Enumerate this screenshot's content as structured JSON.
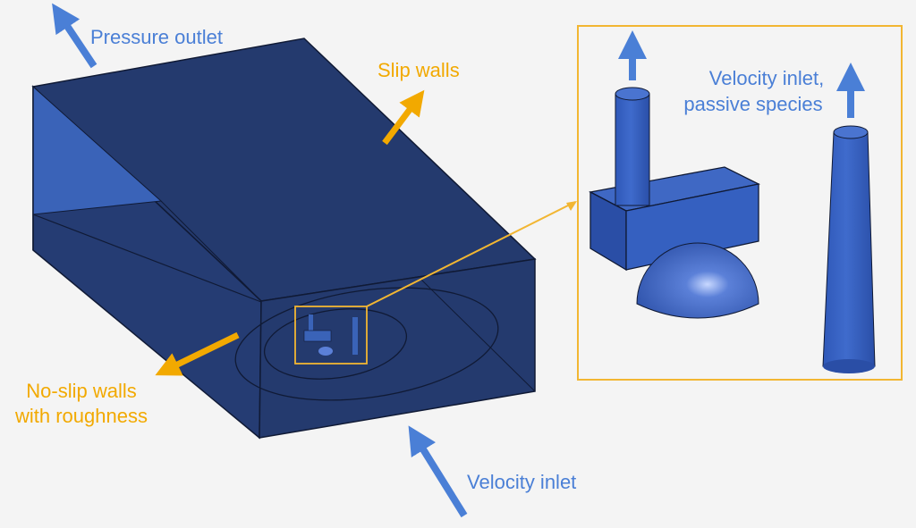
{
  "labels": {
    "pressure_outlet": "Pressure outlet",
    "slip_walls": "Slip walls",
    "velocity_inlet_species_line1": "Velocity inlet,",
    "velocity_inlet_species_line2": "passive species",
    "no_slip_line1": "No-slip walls",
    "no_slip_line2": "with roughness",
    "velocity_inlet": "Velocity inlet"
  },
  "colors": {
    "box_face": "#243a6e",
    "box_side": "#253c73",
    "box_inner_wall": "#3a63b8",
    "edge": "#101a35",
    "geometry_blue": "#3560c0",
    "arrow_blue": "#4a7fd6",
    "arrow_orange": "#f2a900",
    "label_blue": "#4a7fd6",
    "label_orange": "#f2a900",
    "background": "#f4f4f4"
  }
}
